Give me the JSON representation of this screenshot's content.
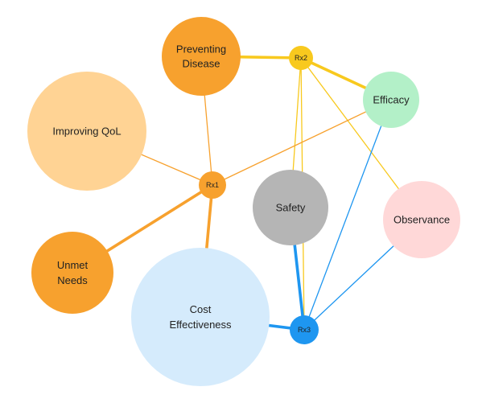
{
  "nodes": [
    {
      "id": "preventing_disease",
      "label_lines": [
        "Preventing",
        "Disease"
      ],
      "color": "#F7A12E",
      "text_color": "#222222"
    },
    {
      "id": "rx2",
      "label_lines": [
        "Rx2"
      ],
      "color": "#F8C91E",
      "text_color": "#333333"
    },
    {
      "id": "efficacy",
      "label_lines": [
        "Efficacy"
      ],
      "color": "#B3F0C8",
      "text_color": "#222222"
    },
    {
      "id": "improving_qol",
      "label_lines": [
        "Improving QoL"
      ],
      "color": "#FFD394",
      "text_color": "#222222"
    },
    {
      "id": "rx1",
      "label_lines": [
        "Rx1"
      ],
      "color": "#F7A12E",
      "text_color": "#333333"
    },
    {
      "id": "safety",
      "label_lines": [
        "Safety"
      ],
      "color": "#B5B5B5",
      "text_color": "#222222"
    },
    {
      "id": "observance",
      "label_lines": [
        "Observance"
      ],
      "color": "#FFD8D8",
      "text_color": "#222222"
    },
    {
      "id": "unmet_needs",
      "label_lines": [
        "Unmet",
        "Needs"
      ],
      "color": "#F7A12E",
      "text_color": "#222222"
    },
    {
      "id": "cost_effectiveness",
      "label_lines": [
        "Cost",
        "Effectiveness"
      ],
      "color": "#D5EBFC",
      "text_color": "#222222"
    },
    {
      "id": "rx3",
      "label_lines": [
        "Rx3"
      ],
      "color": "#1E96F0",
      "text_color": "#ffffff"
    }
  ],
  "edges": [
    {
      "from": "rx2",
      "to": "preventing_disease",
      "color": "#F8C91E",
      "weight": 3
    },
    {
      "from": "rx2",
      "to": "efficacy",
      "color": "#F8C91E",
      "weight": 3
    },
    {
      "from": "rx2",
      "to": "safety",
      "color": "#F8C91E",
      "weight": 1
    },
    {
      "from": "rx2",
      "to": "observance",
      "color": "#F8C91E",
      "weight": 1
    },
    {
      "from": "rx2",
      "to": "rx3",
      "color": "#F8C91E",
      "weight": 1
    },
    {
      "from": "rx1",
      "to": "preventing_disease",
      "color": "#F7A12E",
      "weight": 1
    },
    {
      "from": "rx1",
      "to": "improving_qol",
      "color": "#F7A12E",
      "weight": 1
    },
    {
      "from": "rx1",
      "to": "efficacy",
      "color": "#F7A12E",
      "weight": 1
    },
    {
      "from": "rx1",
      "to": "unmet_needs",
      "color": "#F7A12E",
      "weight": 3
    },
    {
      "from": "rx1",
      "to": "cost_effectiveness",
      "color": "#F7A12E",
      "weight": 3
    },
    {
      "from": "rx3",
      "to": "safety",
      "color": "#1E96F0",
      "weight": 3
    },
    {
      "from": "rx3",
      "to": "cost_effectiveness",
      "color": "#1E96F0",
      "weight": 3
    },
    {
      "from": "rx3",
      "to": "efficacy",
      "color": "#1E96F0",
      "weight": 1
    },
    {
      "from": "rx3",
      "to": "observance",
      "color": "#1E96F0",
      "weight": 1
    }
  ]
}
